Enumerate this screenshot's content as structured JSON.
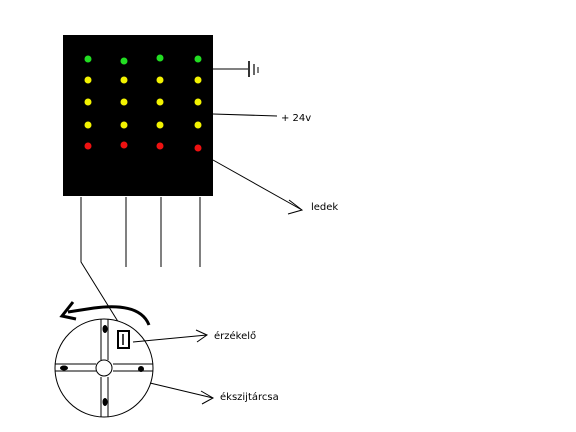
{
  "labels": {
    "voltage": "+ 24v",
    "leds": "ledek",
    "sensor": "érzékelő",
    "disc": "ékszijtárcsa"
  },
  "led_grid": {
    "rows": [
      [
        "green",
        "green",
        "green",
        "green"
      ],
      [
        "yellow",
        "yellow",
        "yellow",
        "yellow"
      ],
      [
        "yellow",
        "yellow",
        "yellow",
        "yellow"
      ],
      [
        "yellow",
        "yellow",
        "yellow",
        "yellow"
      ],
      [
        "red",
        "red",
        "red",
        "red"
      ]
    ]
  },
  "colors": {
    "panel": "#000000",
    "green": "#22dd22",
    "yellow": "#f2f200",
    "red": "#ee1111",
    "line": "#000000",
    "background": "#ffffff"
  },
  "icons": {
    "ground": "ground-symbol-icon",
    "rotation": "rotation-arrow-icon"
  }
}
